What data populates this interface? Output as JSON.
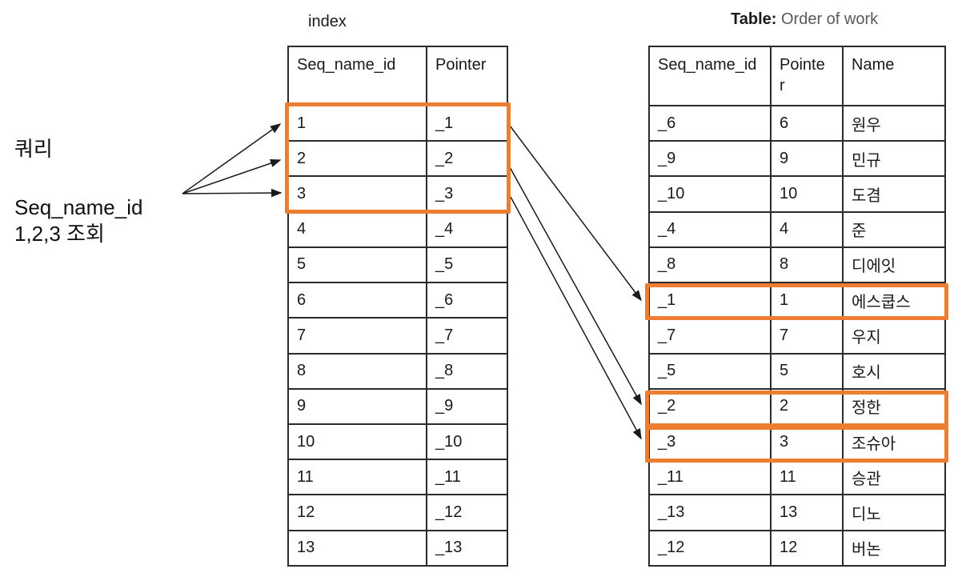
{
  "query": {
    "title": "쿼리",
    "line1": "Seq_name_id",
    "line2": "1,2,3 조회"
  },
  "index_table": {
    "title": "index",
    "columns": [
      "Seq_name_id",
      "Pointer"
    ],
    "rows": [
      [
        "1",
        "_1"
      ],
      [
        "2",
        "_2"
      ],
      [
        "3",
        "_3"
      ],
      [
        "4",
        "_4"
      ],
      [
        "5",
        "_5"
      ],
      [
        "6",
        "_6"
      ],
      [
        "7",
        "_7"
      ],
      [
        "8",
        "_8"
      ],
      [
        "9",
        "_9"
      ],
      [
        "10",
        "_10"
      ],
      [
        "11",
        "_11"
      ],
      [
        "12",
        "_12"
      ],
      [
        "13",
        "_13"
      ]
    ]
  },
  "work_table": {
    "title_prefix": "Table:",
    "title": "Order of work",
    "columns": [
      "Seq_name_id",
      "Pointer",
      "Name"
    ],
    "rows": [
      [
        "_6",
        "6",
        "원우"
      ],
      [
        "_9",
        "9",
        "민규"
      ],
      [
        "_10",
        "10",
        "도겸"
      ],
      [
        "_4",
        "4",
        "준"
      ],
      [
        "_8",
        "8",
        "디에잇"
      ],
      [
        "_1",
        "1",
        "에스쿱스"
      ],
      [
        "_7",
        "7",
        "우지"
      ],
      [
        "_5",
        "5",
        "호시"
      ],
      [
        "_2",
        "2",
        "정한"
      ],
      [
        "_3",
        "3",
        "조슈아"
      ],
      [
        "_11",
        "11",
        "승관"
      ],
      [
        "_13",
        "13",
        "디노"
      ],
      [
        "_12",
        "12",
        "버논"
      ]
    ]
  },
  "highlighted_index_rows": [
    "1",
    "2",
    "3"
  ],
  "highlighted_work_rows": [
    "_1",
    "_2",
    "_3"
  ],
  "colors": {
    "highlight": "#ED7D31",
    "title_muted": "#595959",
    "table_border": "#2b2b2b",
    "arrow": "#1a1a1a"
  }
}
